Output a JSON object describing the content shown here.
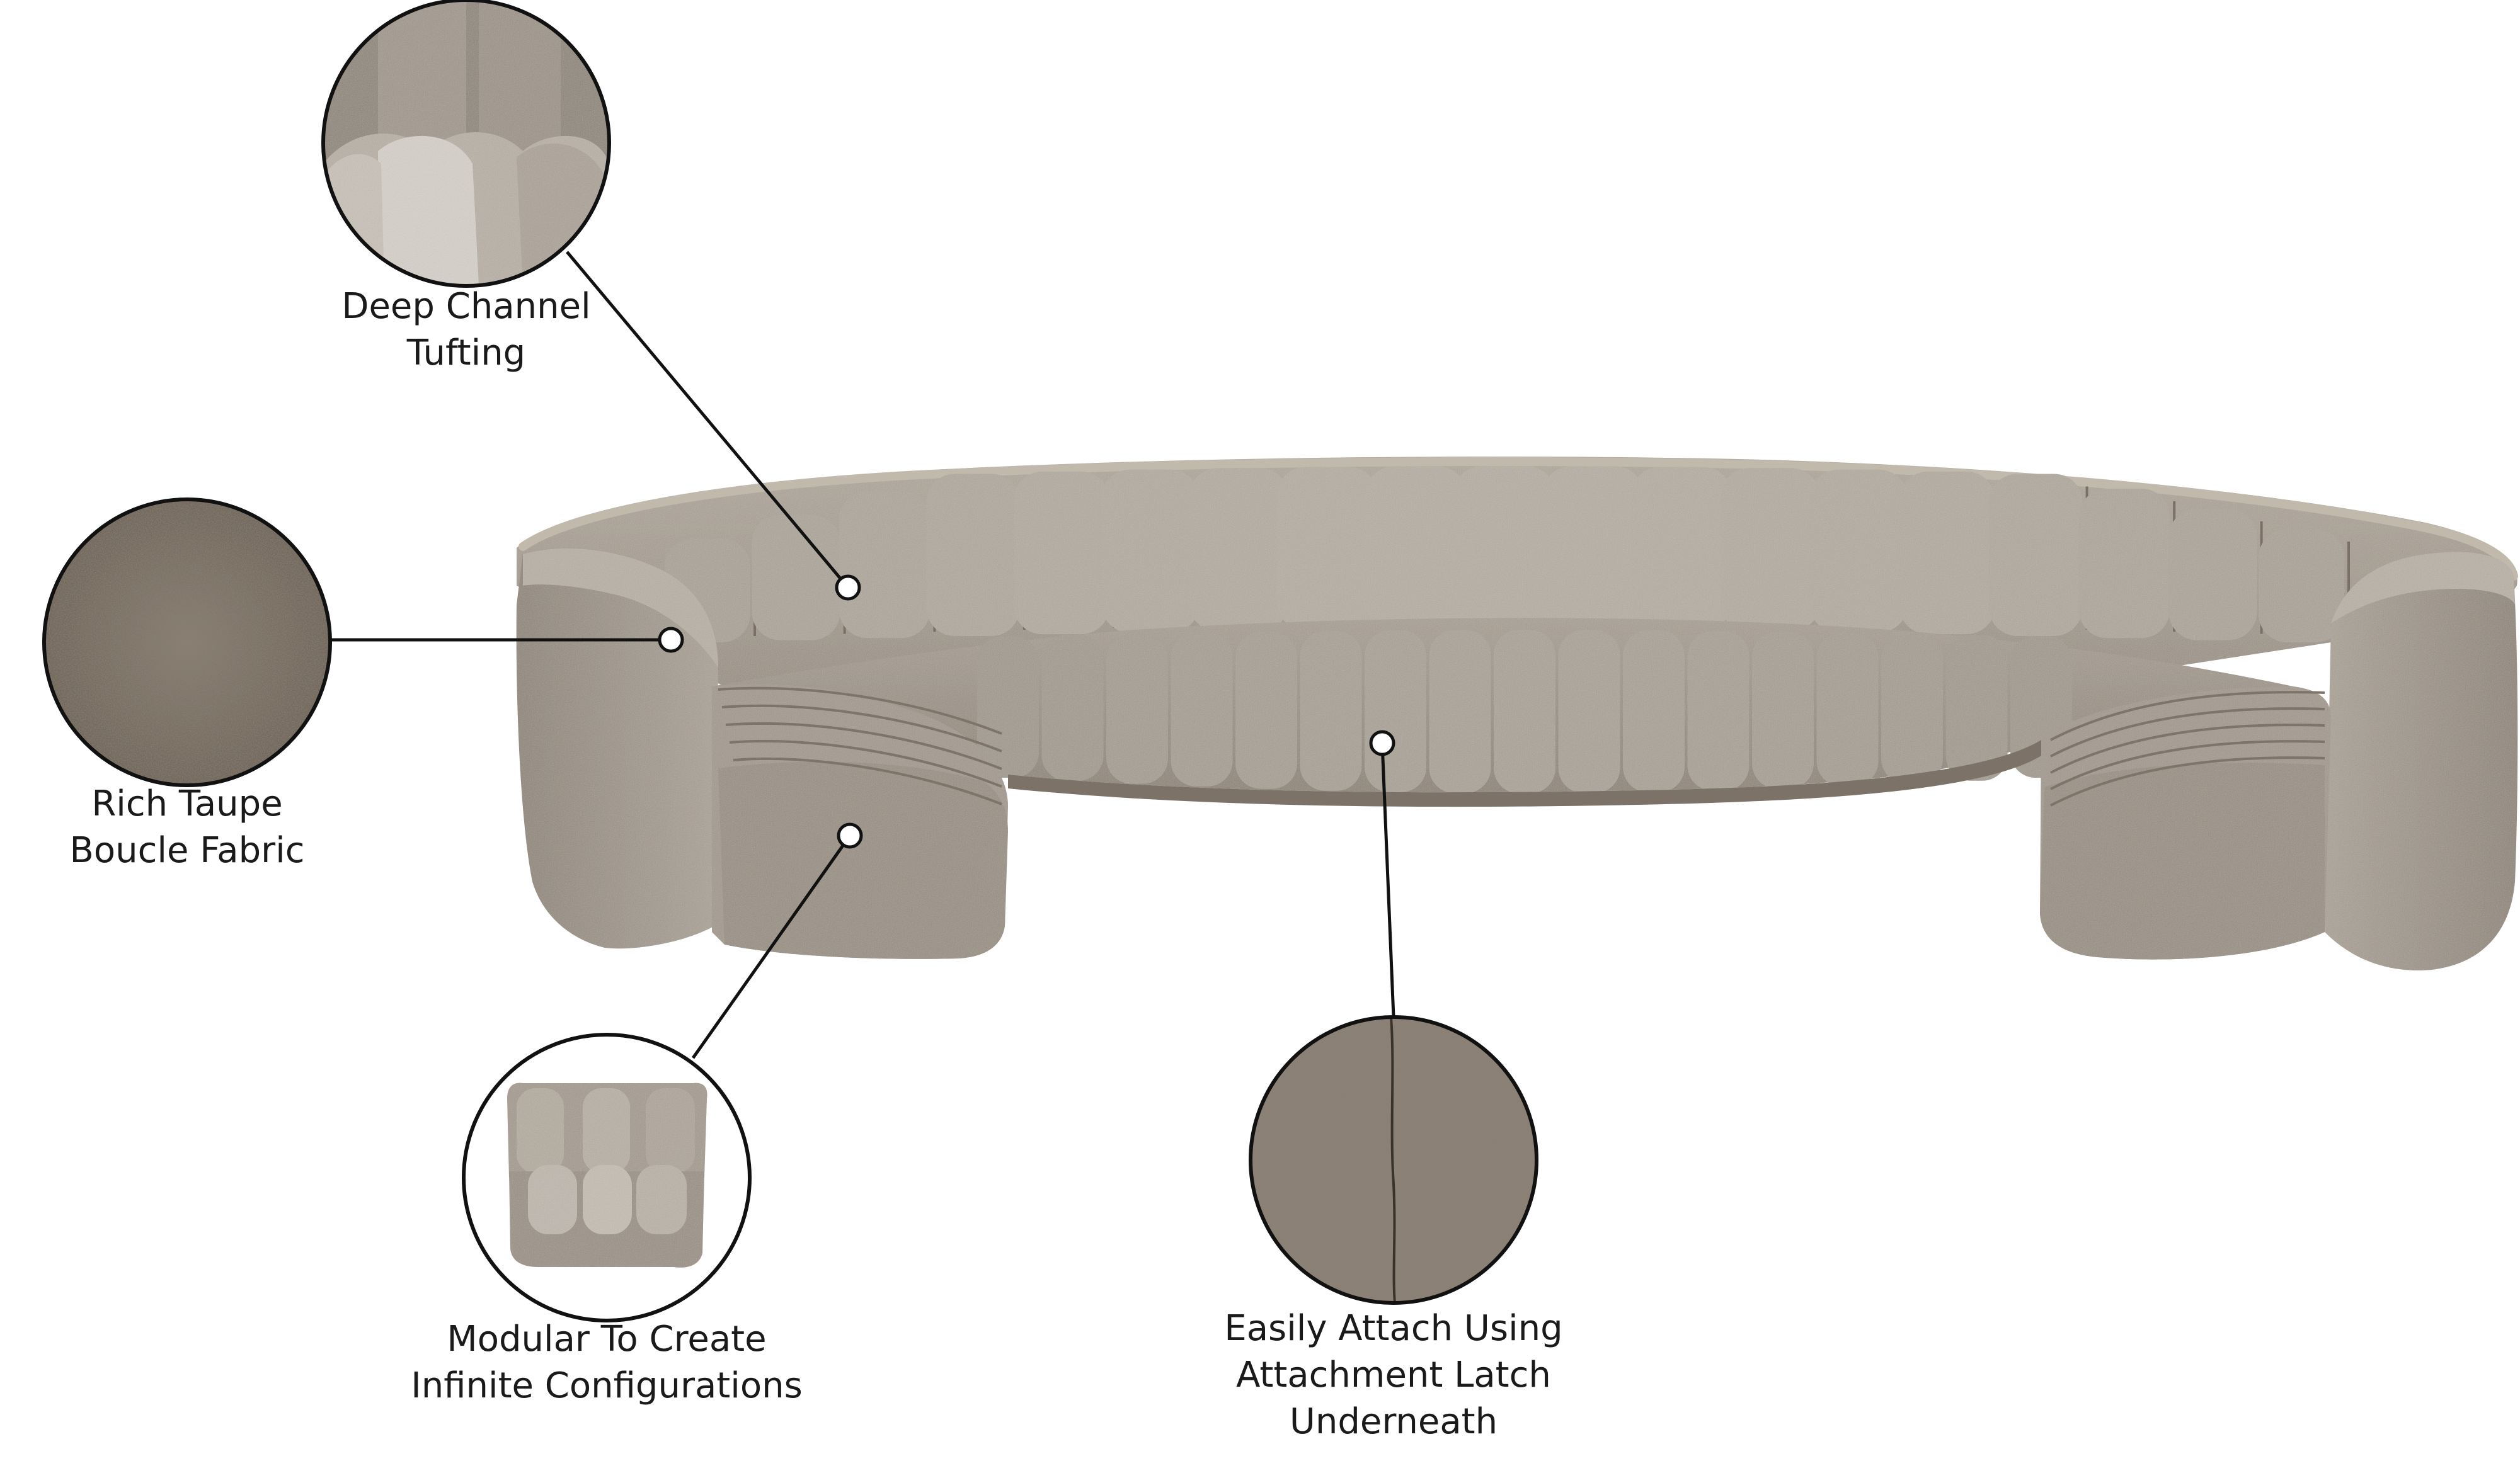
{
  "colors": {
    "sofa_base": "#9b9083",
    "sofa_light": "#b3aa9e",
    "sofa_shadow": "#6f665b",
    "line": "#111111",
    "background": "#ffffff"
  },
  "callouts": {
    "tufting": {
      "icon": "channel-tufting-detail",
      "line1": "Deep Channel",
      "line2": "Tufting"
    },
    "fabric": {
      "icon": "boucle-fabric-swatch",
      "line1": "Rich Taupe",
      "line2": "Boucle Fabric"
    },
    "modular": {
      "icon": "modular-chair-thumbnail",
      "line1": "Modular To Create",
      "line2": "Infinite Configurations"
    },
    "latch": {
      "icon": "attachment-seam-detail",
      "line1": "Easily Attach Using",
      "line2": "Attachment Latch",
      "line3": "Underneath"
    }
  }
}
